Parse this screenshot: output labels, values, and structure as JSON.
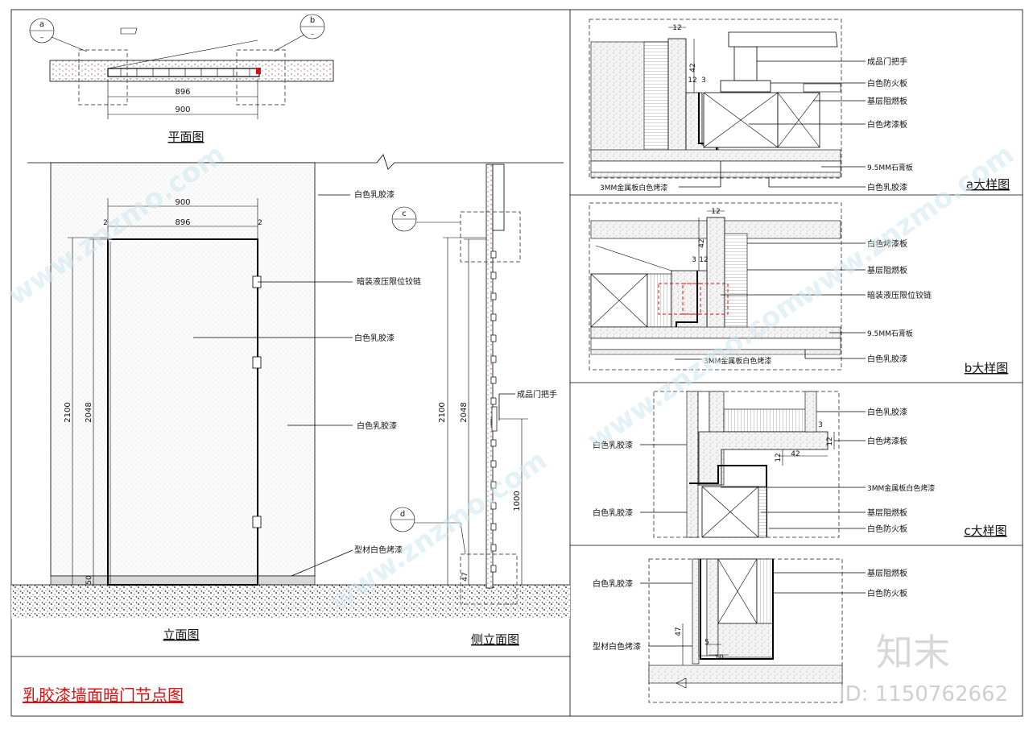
{
  "sheet_title": "乳胶漆墙面暗门节点图",
  "plan": {
    "caption": "平面图",
    "callout_a": "a",
    "callout_b": "b",
    "dims": {
      "inner": "896",
      "outer": "900"
    }
  },
  "elevation": {
    "caption": "立面图",
    "dims": {
      "w_outer": "900",
      "w_inner": "896",
      "gap_left": "2",
      "gap_right": "2",
      "h_total": "2100",
      "h_door": "2048",
      "h_base": "50"
    },
    "labels": {
      "top_paint": "白色乳胶漆",
      "hinge": "暗装液压限位铰链",
      "mid_paint": "白色乳胶漆",
      "lower_paint": "白色乳胶漆",
      "profile": "型材白色烤漆"
    }
  },
  "side": {
    "caption": "侧立面图",
    "callout_c": "c",
    "callout_d": "d",
    "handle": "成品门把手",
    "dims": {
      "h_total": "2100",
      "h_door": "2048",
      "handle_h": "1000",
      "bottom": "47"
    }
  },
  "detail_a": {
    "caption": "a大样图",
    "dims": {
      "d12": "12",
      "d42": "42",
      "d12b": "12",
      "d3": "3"
    },
    "labels": [
      "成品门把手",
      "白色防火板",
      "基层阻燃板",
      "白色烤漆板",
      "9.5MM石膏板",
      "白色乳胶漆"
    ],
    "metal": "3MM金属板白色烤漆"
  },
  "detail_b": {
    "caption": "b大样图",
    "dims": {
      "d12": "12",
      "d42": "42",
      "d3": "3",
      "d12b": "12"
    },
    "labels": [
      "白色烤漆板",
      "基层阻燃板",
      "暗装液压限位铰链",
      "9.5MM石膏板",
      "白色乳胶漆"
    ],
    "metal": "3MM金属板白色烤漆"
  },
  "detail_c": {
    "caption": "c大样图",
    "dims": {
      "d3": "3",
      "d12": "12",
      "d42": "42",
      "d12b": "12"
    },
    "left_labels": [
      "白色乳胶漆",
      "白色乳胶漆"
    ],
    "right_labels": [
      "白色乳胶漆",
      "白色烤漆板",
      "3MM金属板白色烤漆",
      "基层阻燃板",
      "白色防火板"
    ]
  },
  "detail_d": {
    "dims": {
      "d47": "47",
      "d5": "5",
      "d10": "10"
    },
    "left_labels": [
      "白色乳胶漆",
      "型材白色烤漆"
    ],
    "right_labels": [
      "基层阻燃板",
      "白色防火板"
    ]
  },
  "watermark": {
    "brand": "知末",
    "id": "ID: 1150762662",
    "url": "www.znzmo.com"
  },
  "colors": {
    "red_accent": "#d21414",
    "line": "#000000",
    "wall_dot": "#e8e8e8"
  }
}
